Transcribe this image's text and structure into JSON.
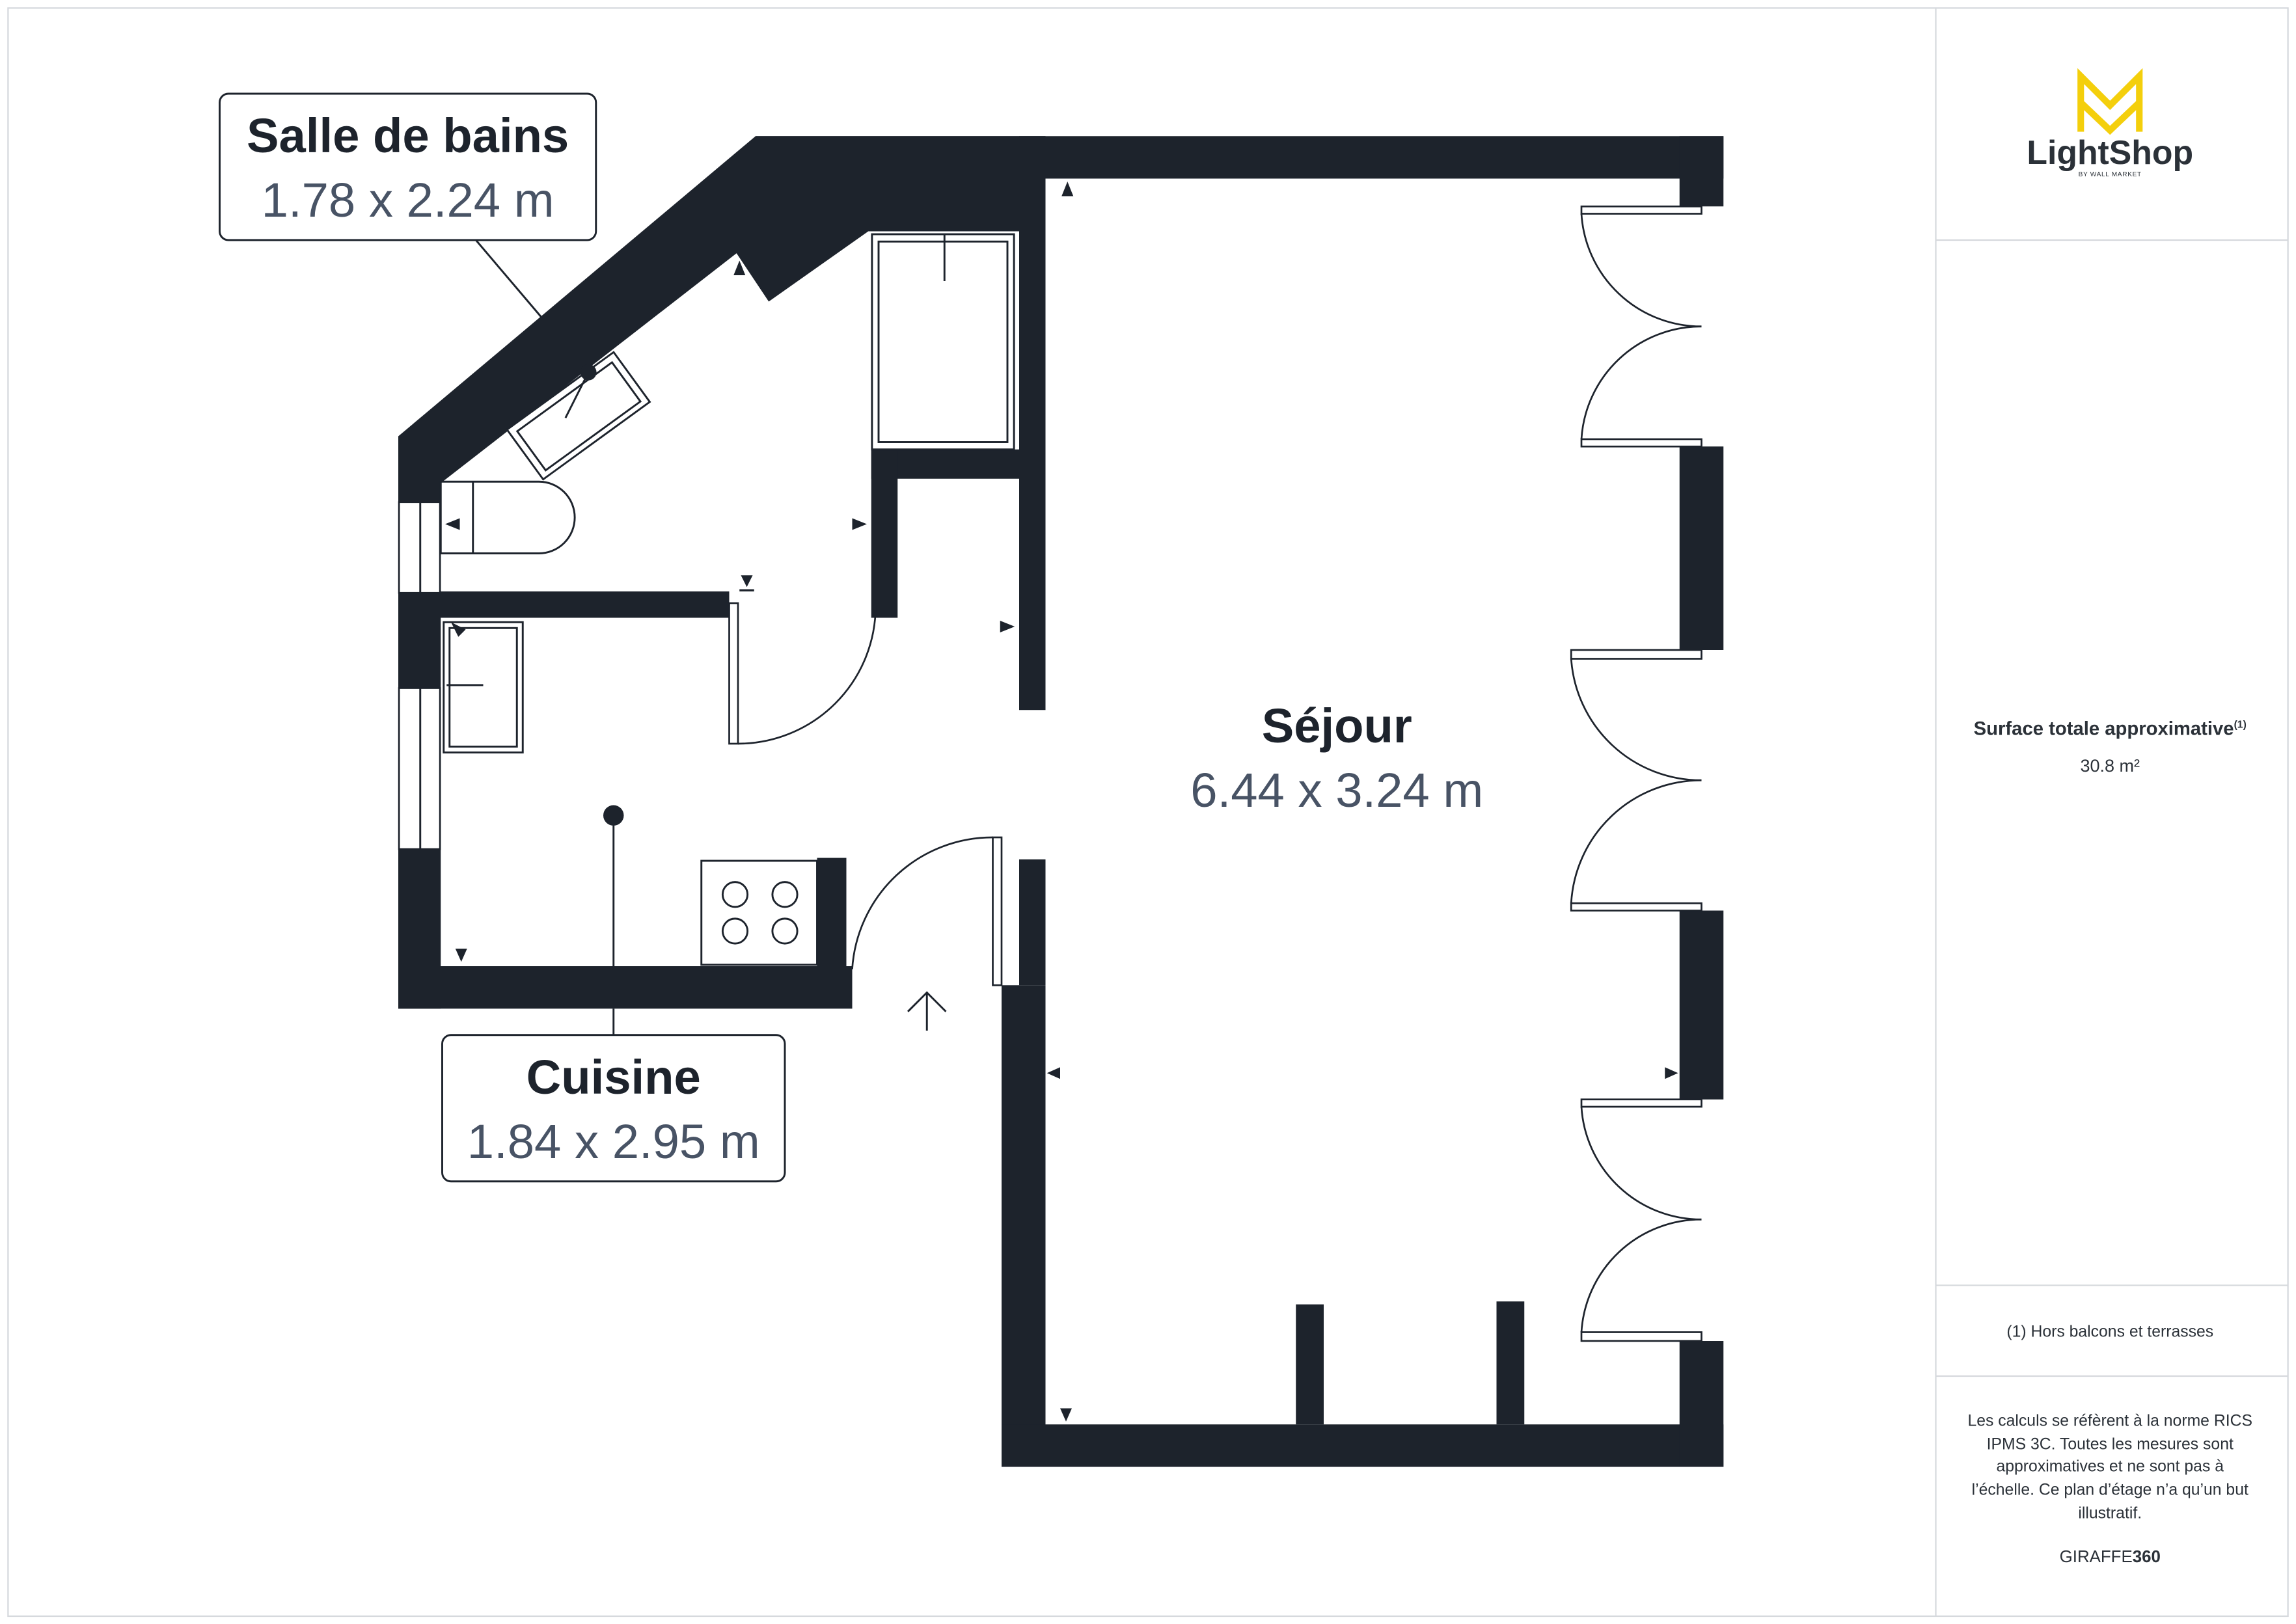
{
  "colors": {
    "wall": "#1d232c",
    "dimension_text": "#485365",
    "label_text": "#1d232c",
    "logo_accent": "#f4cf0c",
    "border": "#d6d9dd"
  },
  "rooms": [
    {
      "name": "Salle de bains",
      "dimensions": "1.78 x 2.24 m"
    },
    {
      "name": "Séjour",
      "dimensions": "6.44 x 3.24 m"
    },
    {
      "name": "Cuisine",
      "dimensions": "1.84 x 2.95 m"
    }
  ],
  "icons": {
    "logo": "lightshop-crown-icon",
    "entrance": "entrance-arrow-icon",
    "light_point": "ceiling-light-icon"
  },
  "sidebar": {
    "logo": {
      "name": "LightShop",
      "tagline": "BY WALL MARKET"
    },
    "surface": {
      "label": "Surface totale approximative",
      "note_ref": "(1)",
      "value": "30.8 m²"
    },
    "footnote": "(1) Hors balcons et terrasses",
    "disclaimer_lines": [
      "Les calculs se réfèrent à la norme RICS",
      "IPMS 3C. Toutes les mesures sont",
      "approximatives et ne sont pas à",
      "l’échelle. Ce plan d’étage n’a qu’un but",
      "illustratif."
    ],
    "credit": {
      "prefix": "GIRAFFE",
      "suffix": "360"
    }
  }
}
